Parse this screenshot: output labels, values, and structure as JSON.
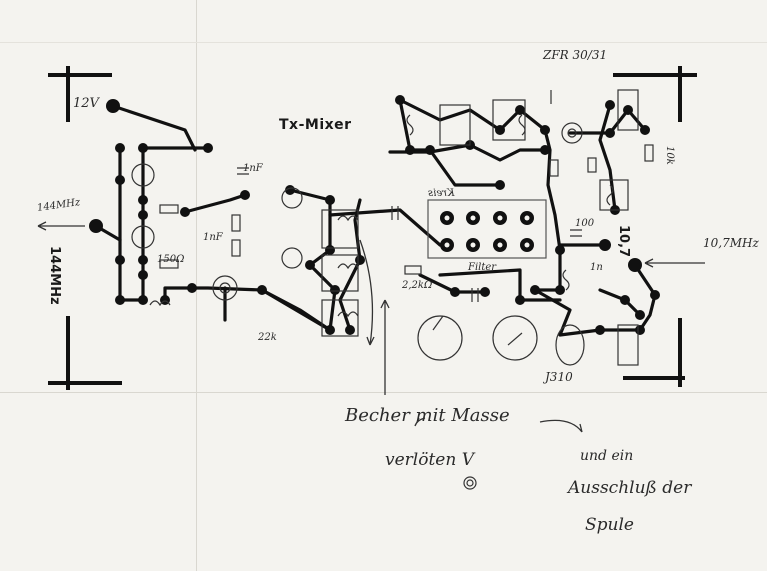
{
  "labels": {
    "ref": "ZFR 30/31",
    "title": "Tx-Mixer",
    "supply": "12V",
    "out_freq": "144MHz",
    "out_arrow_label": "144MHz",
    "in_freq": "10,7MHz",
    "in_label": "10,7",
    "res_22k_a": "2,2kΩ",
    "res_22k_b": "22k",
    "cap_1nf_a": "1nF",
    "cap_1nf_b": "1nF",
    "cap_1n": "1n",
    "res_10k": "10k",
    "res_150": "150Ω",
    "res_100": "100",
    "filter": "Filter",
    "xtal": "Kreis",
    "jfet": "J310"
  },
  "notes": {
    "line1a": "Becher mit Masse",
    "line1b": "verlöten V",
    "line2a": "und ein",
    "line2b": "Ausschluß der",
    "line2c": "Spule"
  }
}
